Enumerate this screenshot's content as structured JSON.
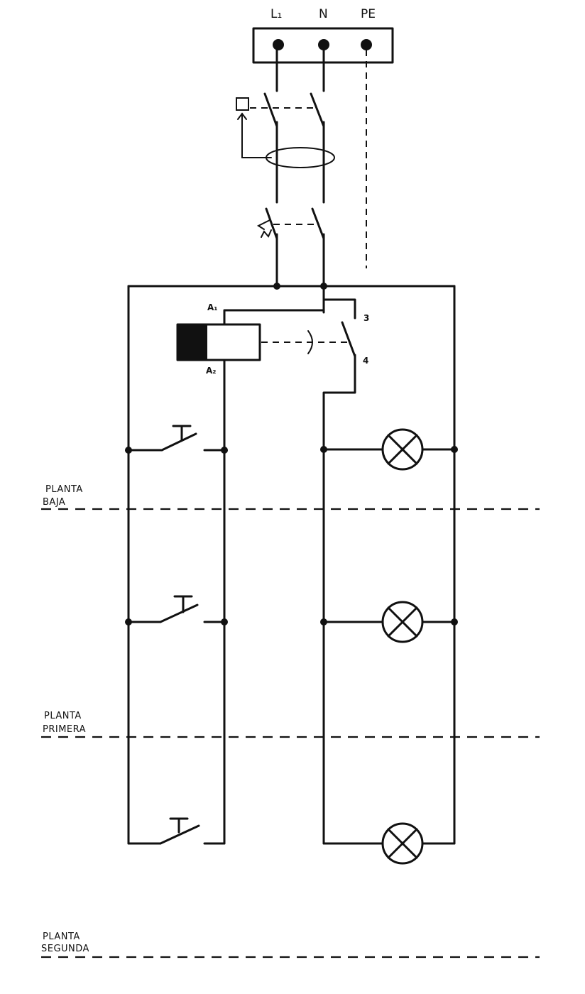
{
  "supply": {
    "terminals": [
      "L₁",
      "N",
      "PE"
    ]
  },
  "relay": {
    "coil_top": "A₁",
    "coil_bottom": "A₂",
    "contact_in": "3",
    "contact_out": "4"
  },
  "floors": [
    {
      "line1": "PLANTA",
      "line2": "BAJA"
    },
    {
      "line1": "PLANTA",
      "line2": "PRIMERA"
    },
    {
      "line1": "PLANTA",
      "line2": "SEGUNDA"
    }
  ]
}
